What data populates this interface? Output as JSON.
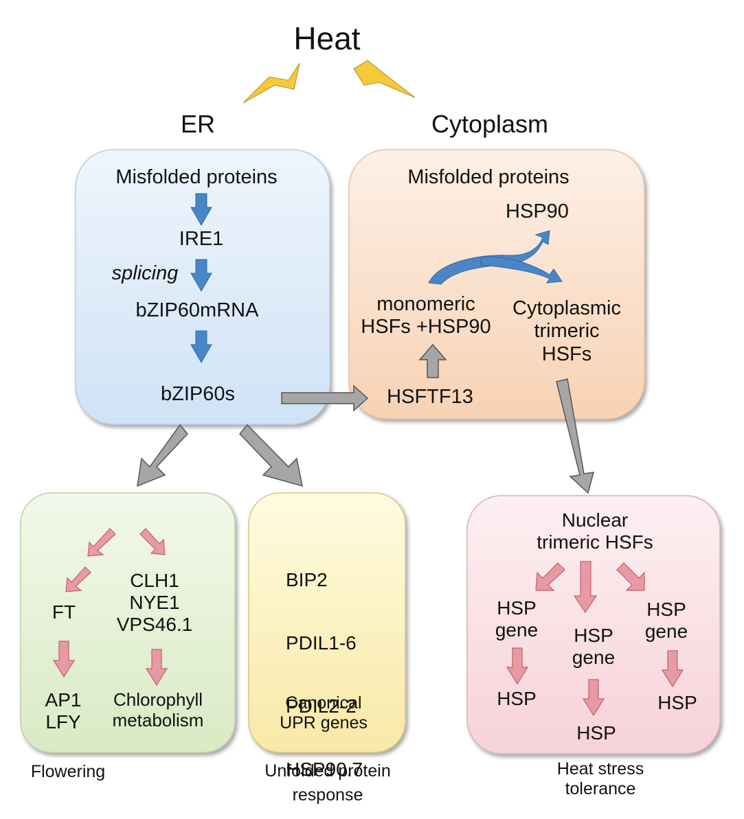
{
  "title": "Heat",
  "colors": {
    "er_fill_top": "#eef5fc",
    "er_fill_bottom": "#cfe3f6",
    "cyto_fill_top": "#fdf0e6",
    "cyto_fill_bottom": "#f8d2b4",
    "flower_fill_top": "#f3f8ea",
    "flower_fill_bottom": "#d9eac4",
    "upr_fill_top": "#fffbe0",
    "upr_fill_bottom": "#f8e9a6",
    "heat_fill_top": "#fdf0f2",
    "heat_fill_bottom": "#f6d2d9",
    "blue_arrow": "#4a86c6",
    "gray_arrow": "#a6a6a6",
    "pink_arrow": "#e89aa4",
    "lightning": "#f6c93a"
  },
  "icons": [
    "lightning-bolt-icon",
    "arrow-down-icon"
  ],
  "compartments": {
    "er": {
      "label": "ER",
      "steps": [
        "Misfolded proteins",
        "IRE1",
        "bZIP60mRNA",
        "bZIP60s"
      ],
      "splicing_label": "splicing"
    },
    "cytoplasm": {
      "label": "Cytoplasm",
      "misfolded": "Misfolded proteins",
      "hsp90": "HSP90",
      "monomeric": "monomeric\nHSFs +HSP90",
      "cytoplasmic_trimeric": "Cytoplasmic\ntrimeric\nHSFs",
      "hsftf13": "HSFTF13"
    }
  },
  "outputs": {
    "flowering": {
      "ft": "FT",
      "genes": "CLH1\nNYE1\nVPS46.1",
      "ap1_lfy": "AP1\nLFY",
      "chlorophyll": "Chlorophyll\nmetabolism",
      "caption": "Flowering"
    },
    "upr": {
      "genes": [
        "BIP2",
        "PDIL1-6",
        "PDIL2-2",
        "HSP90.7"
      ],
      "note": "Canonical\nUPR genes",
      "caption": "Unfolded protein\nresponse"
    },
    "heat_stress": {
      "nuclear": "Nuclear\ntrimeric HSFs",
      "hsp_gene": "HSP\ngene",
      "hsp": "HSP",
      "caption": "Heat stress tolerance"
    }
  }
}
